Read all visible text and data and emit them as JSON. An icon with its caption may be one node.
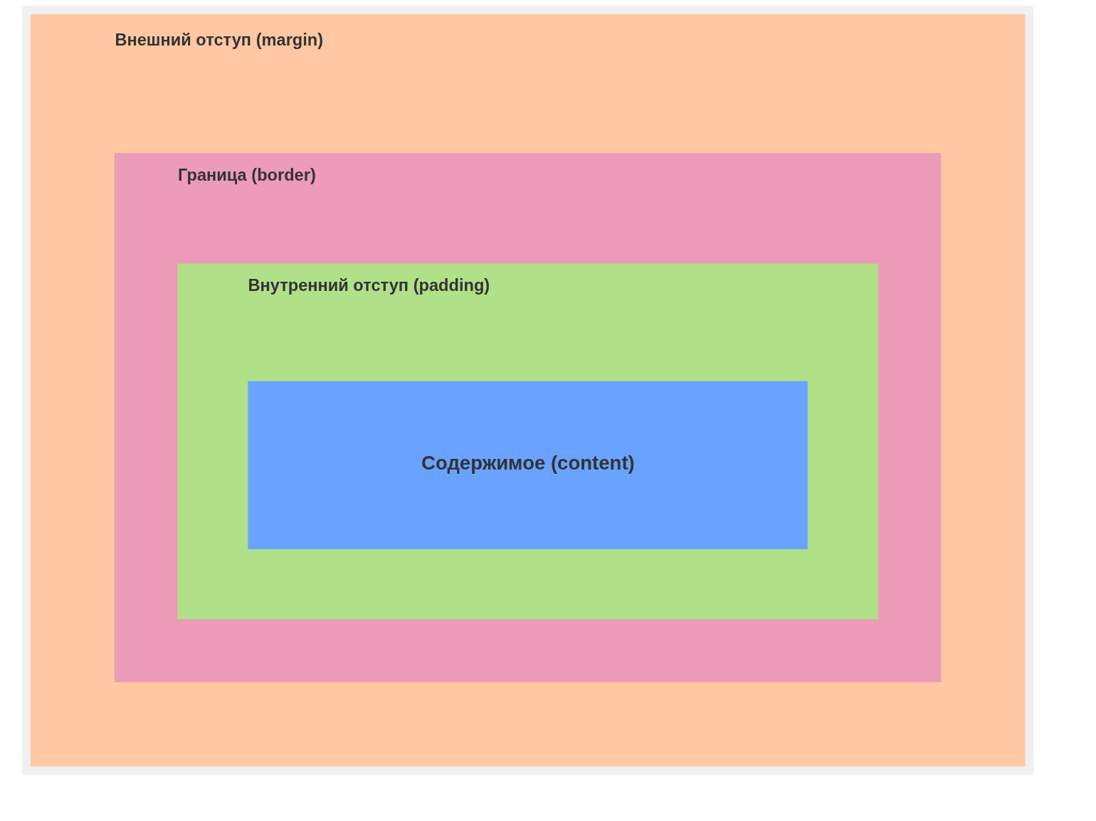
{
  "diagram": {
    "nodes": [
      {
        "text": [
          "Внешний отступ (margin)"
        ]
      },
      {
        "text": [
          "Граница (border)"
        ],
        "in": 0
      },
      {
        "text": [
          "Внутренний отступ (padding)"
        ],
        "in": 1
      },
      {
        "text": [
          "Содержимое (content)"
        ],
        "in": 2
      }
    ]
  }
}
